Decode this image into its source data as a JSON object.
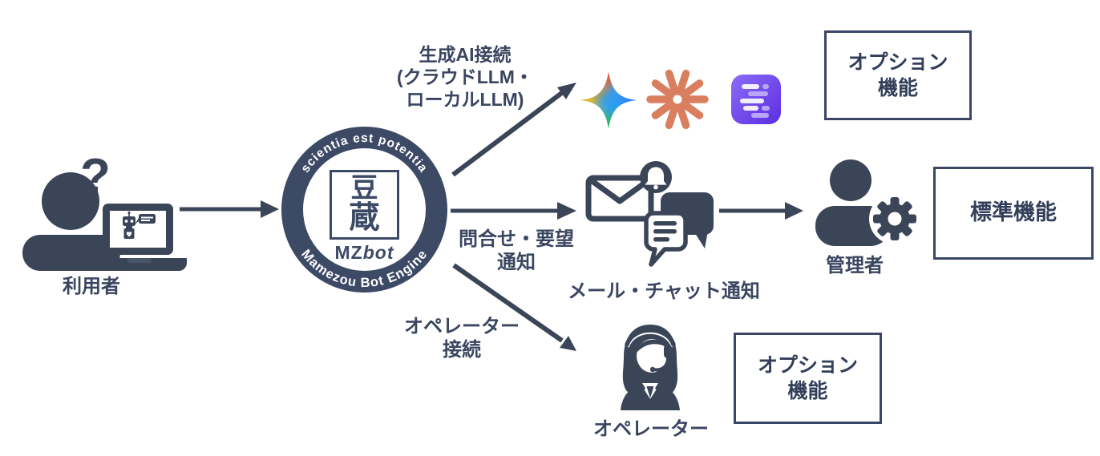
{
  "colors": {
    "navy": "#3b4558",
    "label_navy": "#3a4560",
    "logo_ring": "#3d4a66",
    "box_border": "#3a4663",
    "claude_orange": "#d97f5f",
    "lmstudio_purple_start": "#8b6cf8",
    "lmstudio_purple_end": "#5b2ee0",
    "gemini_red": "#f4452c",
    "gemini_blue": "#2e7bff",
    "gemini_green": "#22b45a",
    "gemini_yellow": "#ffb800"
  },
  "user": {
    "label": "利用者",
    "question_mark": "?",
    "icons": [
      "person-icon",
      "laptop-chatbot-icon"
    ]
  },
  "engine": {
    "motto_top": "scientia est potentia",
    "ring_bottom": "Mamezou Bot Engine",
    "kanji_line1": "豆",
    "kanji_line2": "蔵",
    "brand_prefix": "MZ",
    "brand_suffix": "bot"
  },
  "genai": {
    "line1": "生成AI接続",
    "line2": "(クラウドLLM・",
    "line3": "ローカルLLM)",
    "icons": [
      "gemini-icon",
      "claude-icon",
      "lm-studio-icon"
    ],
    "box_line1": "オプション",
    "box_line2": "機能"
  },
  "notify": {
    "line1": "問合せ・要望",
    "line2": "通知",
    "icons": [
      "mail-notification-icon",
      "chat-bubbles-icon"
    ],
    "channel_label": "メール・チャット通知",
    "admin_label": "管理者",
    "box_line1": "標準機能"
  },
  "operator": {
    "line1": "オペレーター",
    "line2": "接続",
    "icon": "operator-headset-icon",
    "label": "オペレーター",
    "box_line1": "オプション",
    "box_line2": "機能"
  }
}
